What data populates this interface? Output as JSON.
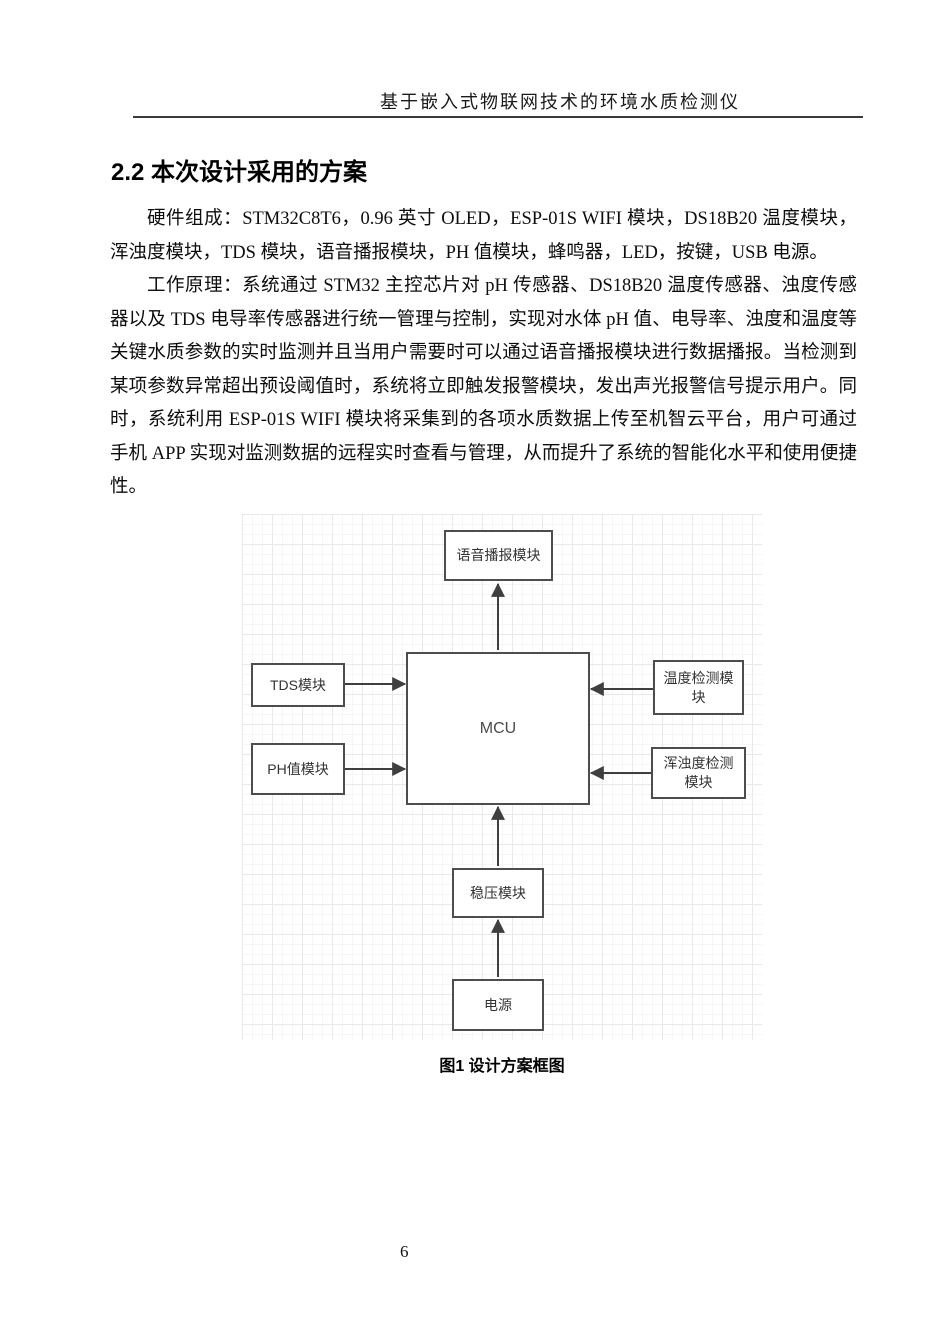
{
  "page": {
    "header_title": "基于嵌入式物联网技术的环境水质检测仪",
    "page_number": "6"
  },
  "section": {
    "heading": "2.2 本次设计采用的方案",
    "paragraph_hardware": "硬件组成：STM32C8T6，0.96 英寸 OLED，ESP-01S WIFI 模块，DS18B20 温度模块，浑浊度模块，TDS 模块，语音播报模块，PH 值模块，蜂鸣器，LED，按键，USB 电源。",
    "paragraph_principle": "工作原理：系统通过 STM32 主控芯片对 pH 传感器、DS18B20 温度传感器、浊度传感器以及 TDS 电导率传感器进行统一管理与控制，实现对水体 pH 值、电导率、浊度和温度等关键水质参数的实时监测并且当用户需要时可以通过语音播报模块进行数据播报。当检测到某项参数异常超出预设阈值时，系统将立即触发报警模块，发出声光报警信号提示用户。同时，系统利用 ESP-01S WIFI 模块将采集到的各项水质数据上传至机智云平台，用户可通过手机 APP 实现对监测数据的远程实时查看与管理，从而提升了系统的智能化水平和使用便捷性。"
  },
  "figure": {
    "caption": "图1 设计方案框图",
    "nodes": {
      "voice": "语音播报模块",
      "tds": "TDS模块",
      "ph": "PH值模块",
      "mcu": "MCU",
      "temperature": "温度检测模块",
      "turbidity": "浑浊度检测模块",
      "regulator": "稳压模块",
      "power": "电源"
    },
    "edges": [
      {
        "from": "mcu",
        "to": "voice"
      },
      {
        "from": "tds",
        "to": "mcu"
      },
      {
        "from": "ph",
        "to": "mcu"
      },
      {
        "from": "temperature",
        "to": "mcu"
      },
      {
        "from": "turbidity",
        "to": "mcu"
      },
      {
        "from": "regulator",
        "to": "mcu"
      },
      {
        "from": "power",
        "to": "regulator"
      }
    ],
    "colors": {
      "box_border": "#4d4d4d",
      "box_text": "#333333",
      "arrow": "#3f3f3f",
      "grid_minor": "#f6f6f6",
      "grid_major": "#e9e9e9"
    }
  }
}
